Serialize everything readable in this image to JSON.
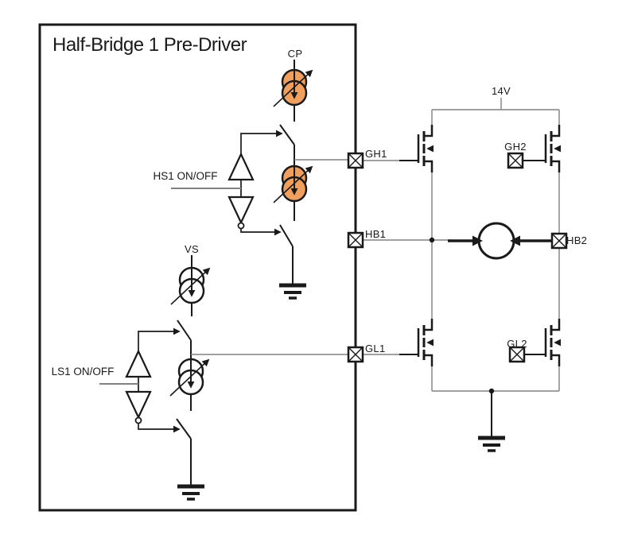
{
  "diagram": {
    "title": "Half-Bridge 1 Pre-Driver",
    "power": {
      "supply_label": "14V"
    },
    "sources": {
      "charge_pump_label": "CP",
      "supply_source_label": "VS"
    },
    "inputs": {
      "high_side": "HS1 ON/OFF",
      "low_side": "LS1 ON/OFF"
    },
    "pins": {
      "gh1": "GH1",
      "hb1": "HB1",
      "gl1": "GL1",
      "gh2": "GH2",
      "hb2": "HB2",
      "gl2": "GL2"
    },
    "colors": {
      "stroke": "#1a1a1a",
      "wire": "#808080",
      "current_source_fill": "#EFA05F",
      "background": "#ffffff"
    }
  }
}
